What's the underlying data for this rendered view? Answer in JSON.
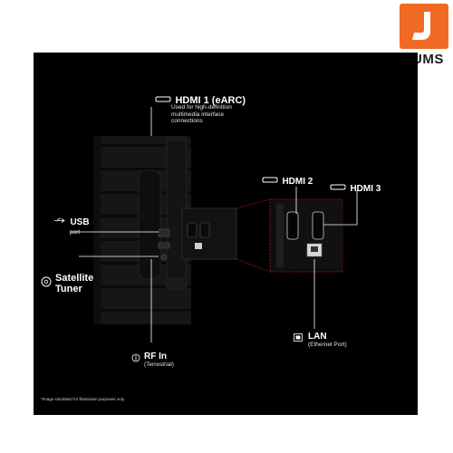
{
  "brand": {
    "name": "JUMS",
    "logo_letter": "J",
    "color": "#f06a24"
  },
  "ports": {
    "hdmi1": {
      "title": "HDMI 1 (eARC)",
      "desc_line1": "Used for high-definition",
      "desc_line2": "multimedia interface",
      "desc_line3": "connections"
    },
    "hdmi2": {
      "title": "HDMI 2"
    },
    "hdmi3": {
      "title": "HDMI 3"
    },
    "usb": {
      "title": "USB",
      "desc": "port"
    },
    "satellite": {
      "title_line1": "Satellite",
      "title_line2": "Tuner"
    },
    "lan": {
      "title": "LAN",
      "desc": "(Ethernet Port)"
    },
    "rf": {
      "title": "RF In",
      "desc": "(Terrestrial)"
    }
  },
  "disclaimer": "*Image simulated for illustration purposes only."
}
